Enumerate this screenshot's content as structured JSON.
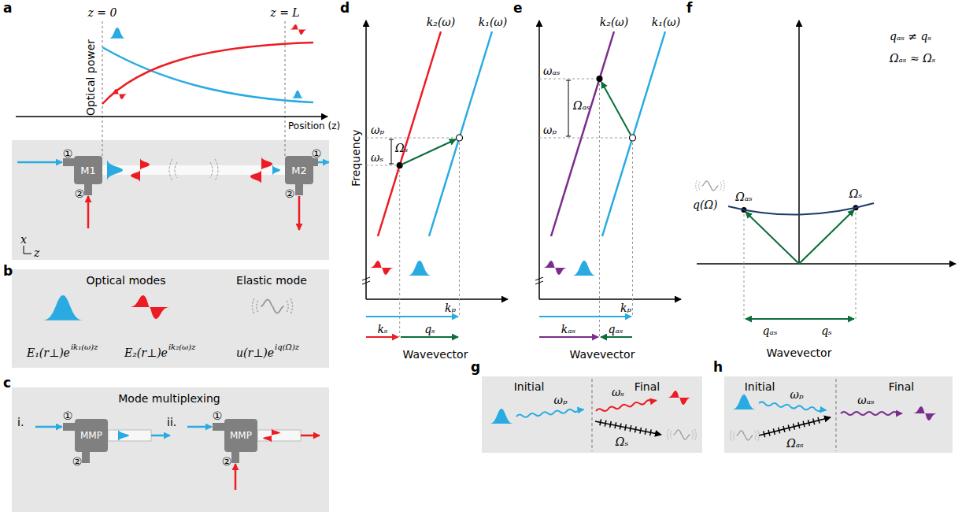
{
  "diagram": {
    "nodes": [
      {
        "text": [
          "M1"
        ]
      },
      {
        "text": [
          "M2"
        ]
      },
      {
        "text": [
          "Optical modes",
          "Elastic mode"
        ]
      },
      {
        "text": [
          "Mode multiplexing"
        ]
      },
      {
        "text": [
          "MMP"
        ],
        "in": 3
      },
      {
        "text": [
          "MMP"
        ],
        "in": 3
      },
      {
        "text": [
          "Initial",
          "Final"
        ]
      },
      {
        "text": [
          "Initial",
          "Final"
        ]
      }
    ],
    "edges": [
      {
        "from": 0,
        "to": 1,
        "arrow": "none"
      }
    ],
    "labels": [
      "a",
      "z = 0",
      "z = L",
      "Optical power",
      "Position (z)",
      "①",
      "②",
      "①",
      "②",
      "x",
      "z",
      "b",
      "E₁(r⊥)e",
      "ik₁(ω)z",
      "E₂(r⊥)e",
      "ik₂(ω)z",
      "u(r⊥)e",
      "iq(Ω)z",
      "c",
      "i.",
      "①",
      "②",
      "ii.",
      "①",
      "②",
      "d",
      "Frequency",
      "k₂(ω)",
      "k₁(ω)",
      "ωₚ",
      "ωₛ",
      "Ωₛ",
      "kₚ",
      "kₛ",
      "qₛ",
      "Wavevector",
      "e",
      "k₂(ω)",
      "k₁(ω)",
      "ωₐₛ",
      "Ωₐₛ",
      "ωₚ",
      "kₚ",
      "kₐₛ",
      "qₐₛ",
      "Wavevector",
      "f",
      "qₐₛ ≠ qₛ",
      "Ωₐₛ ≈ Ωₛ",
      "q(Ω)",
      "Ωₐₛ",
      "Ωₛ",
      "qₐₛ",
      "qₛ",
      "Wavevector",
      "g",
      "ωₚ",
      "ωₛ",
      "Ωₛ",
      "h",
      "ωₚ",
      "ωₐₛ",
      "Ωₐₛ"
    ]
  }
}
